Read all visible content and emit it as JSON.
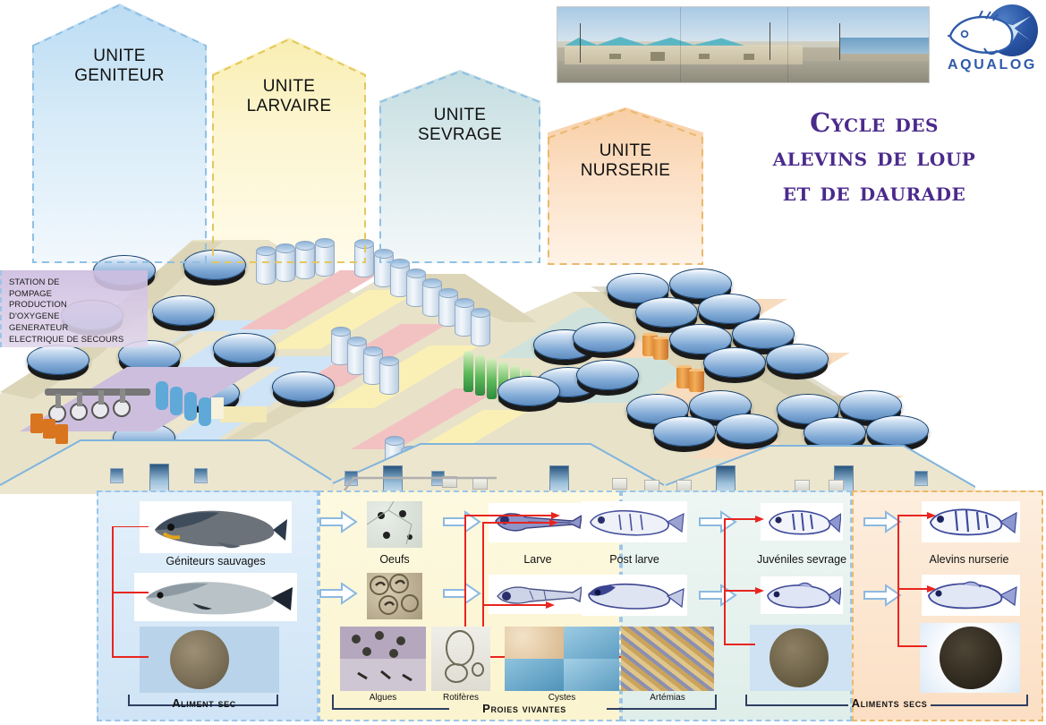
{
  "title": {
    "line1": "Cycle des",
    "line2": "alevins de loup",
    "line3": "et de daurade",
    "color": "#4b2a8c"
  },
  "logo": {
    "text": "AQUALOG",
    "icon": "fish-logo-icon",
    "color": "#2f5ba8"
  },
  "panorama": {
    "alt": "hatchery-facility-panorama"
  },
  "units": [
    {
      "id": "geniteur",
      "line1": "UNITE",
      "line2": "GENITEUR",
      "color": "#cfe4f6",
      "border": "#9cc5e8"
    },
    {
      "id": "larvaire",
      "line1": "UNITE",
      "line2": "LARVAIRE",
      "color": "#fbf2c6",
      "border": "#e8cf68"
    },
    {
      "id": "sevrage",
      "line1": "UNITE",
      "line2": "SEVRAGE",
      "color": "#cfe1e2",
      "border": "#9cc5e8"
    },
    {
      "id": "nurserie",
      "line1": "UNITE",
      "line2": "NURSERIE",
      "color": "#fbdcbd",
      "border": "#e9b96b"
    }
  ],
  "pump_station": {
    "lines": [
      "STATION DE",
      "POMPAGE",
      "PRODUCTION",
      "D'OXYGENE",
      "GENERATEUR",
      "ELECTRIQUE DE SECOURS"
    ]
  },
  "cycle": {
    "zones": [
      {
        "id": "geniteur",
        "color": "#cfe4f6"
      },
      {
        "id": "larvaire",
        "color": "#fbf4cf"
      },
      {
        "id": "sevrage",
        "color": "#dfeeea"
      },
      {
        "id": "nurserie",
        "color": "#fbdfc4"
      }
    ],
    "stages": [
      {
        "id": "geniteurs",
        "label": "Géniteurs sauvages"
      },
      {
        "id": "oeufs",
        "label": "Oeufs"
      },
      {
        "id": "larve",
        "label": "Larve"
      },
      {
        "id": "postlarve",
        "label": "Post larve"
      },
      {
        "id": "juveniles",
        "label": "Juvéniles sevrage"
      },
      {
        "id": "alevins",
        "label": "Alevins nurserie"
      }
    ],
    "feeds": {
      "aliment_sec": "Aliment sec",
      "aliments_secs": "Aliments secs",
      "proies_vivantes": "Proies vivantes"
    },
    "prey": [
      {
        "id": "algues",
        "label": "Algues"
      },
      {
        "id": "rotiferes",
        "label": "Rotifères"
      },
      {
        "id": "cystes",
        "label": "Cystes"
      },
      {
        "id": "artemias",
        "label": "Artémias"
      }
    ]
  },
  "colors": {
    "title_purple": "#4b2a8c",
    "red_arrow": "#e8251f",
    "blue_arrow": "#8cb9e0",
    "dashed_blue": "#9cc5e8",
    "dashed_orange": "#e9b96b"
  }
}
